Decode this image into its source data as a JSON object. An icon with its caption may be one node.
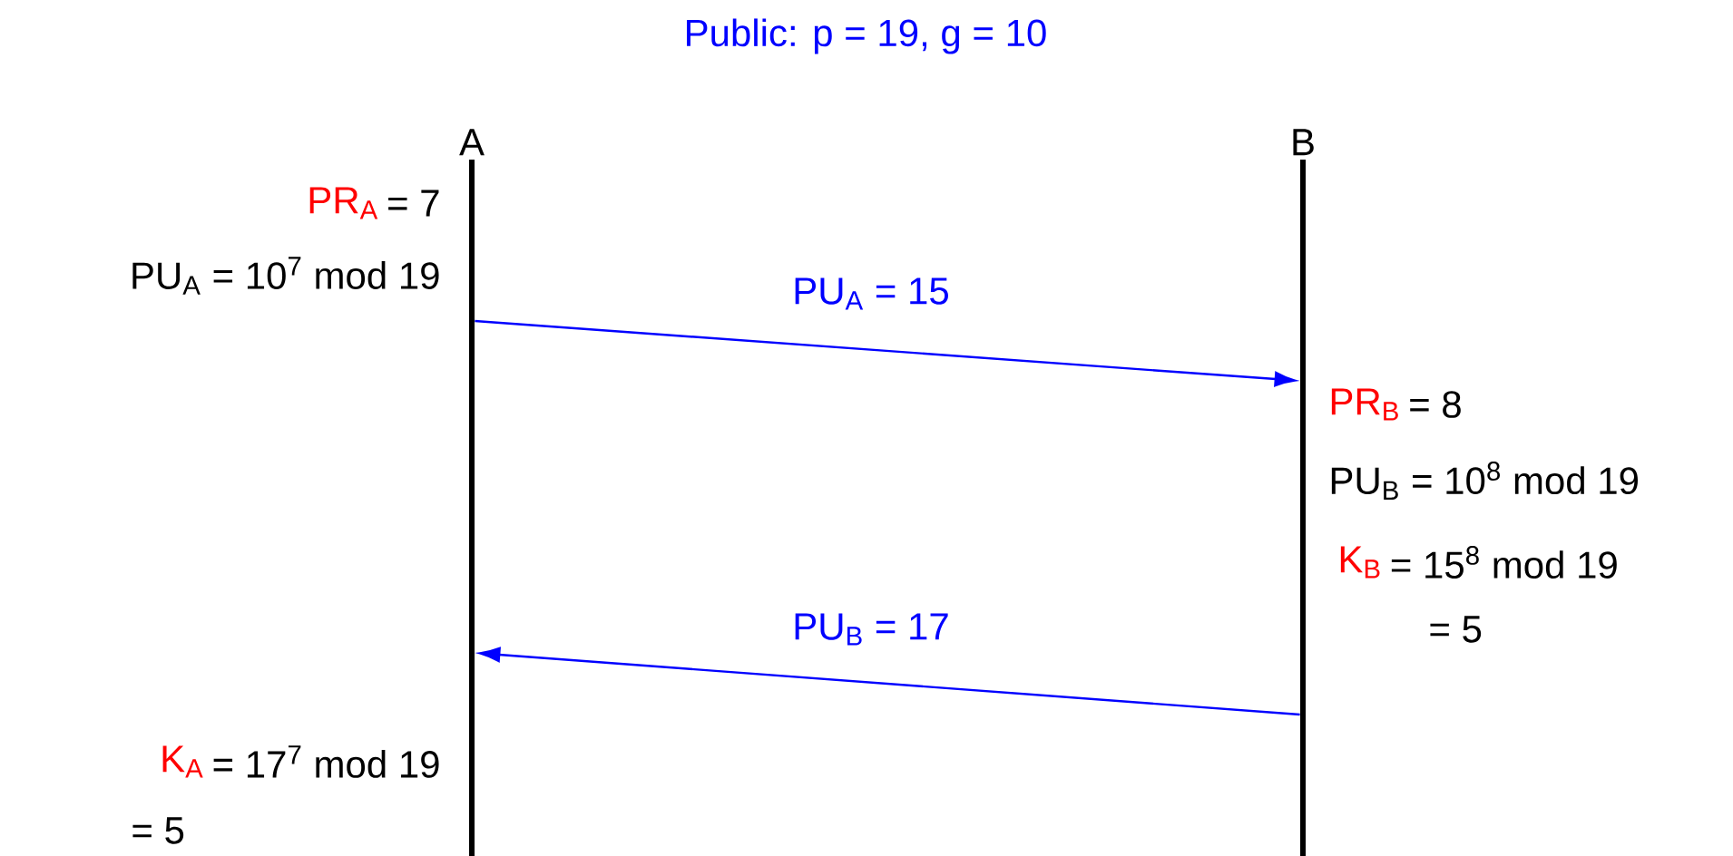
{
  "diagram": {
    "title": "Public: p = 19, g = 10",
    "nodes": [
      {
        "text": [
          "A"
        ]
      },
      {
        "text": [
          "B"
        ]
      }
    ],
    "edges": [
      {
        "from": 0,
        "to": 1,
        "arrow": "to",
        "label": "PU$_{A}$ = 15"
      },
      {
        "from": 1,
        "to": 0,
        "arrow": "to",
        "label": "PU$_{B}$ = 17"
      }
    ],
    "labels": [
      "PR$_{A}$",
      "= 7",
      "PU$_{A}$ = 10$^{7}$ mod 19",
      "K$_{A}$",
      "= 17$^{7}$ mod 19",
      "= 5",
      "PR$_{B}$",
      "= 8",
      "PU$_{B}$ = 10$^{8}$ mod 19",
      "K$_{B}$",
      "= 15$^{8}$ mod 19",
      "= 5"
    ]
  }
}
